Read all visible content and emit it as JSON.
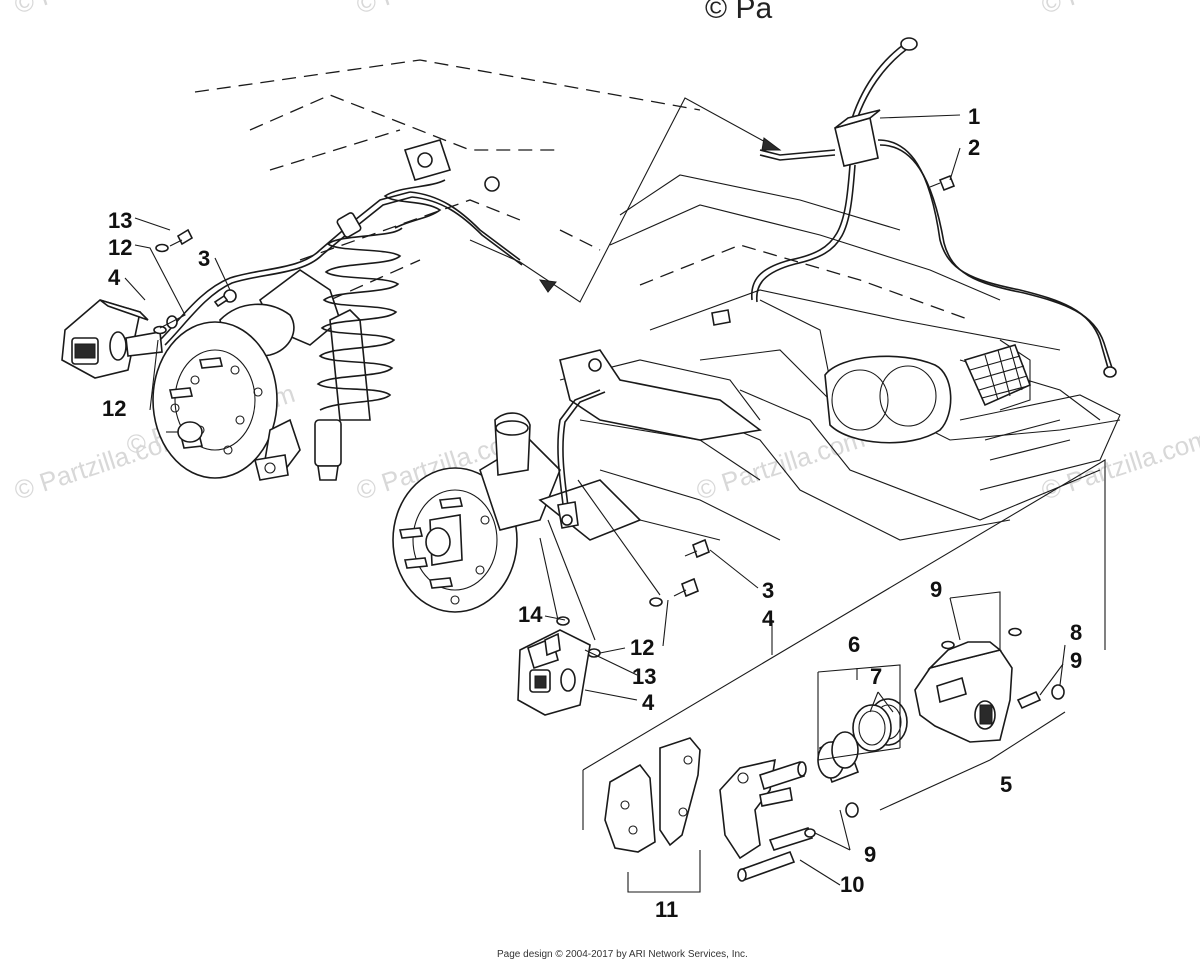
{
  "watermark": {
    "top_text": "© Pa",
    "repeat_text": "© Partzilla.com"
  },
  "footer": {
    "text": "Page design © 2004-2017 by ARI Network Services, Inc."
  },
  "callouts": {
    "c1": "1",
    "c2": "2",
    "c3_left": "3",
    "c3_right": "3",
    "c4_left": "4",
    "c4_assembly": "4",
    "c4_bottom": "4",
    "c5": "5",
    "c6": "6",
    "c7": "7",
    "c8": "8",
    "c9_top": "9",
    "c9_right": "9",
    "c9_bottom": "9",
    "c10": "10",
    "c11": "11",
    "c12_top": "12",
    "c12_left_bottom": "12",
    "c12_mid": "12",
    "c13_top": "13",
    "c13_mid": "13",
    "c14": "14"
  }
}
